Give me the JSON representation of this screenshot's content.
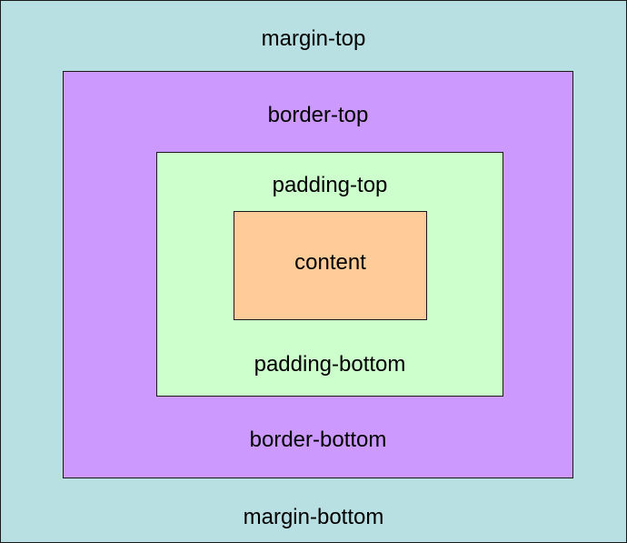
{
  "diagram": {
    "margin": {
      "top_label": "margin-top",
      "bottom_label": "margin-bottom",
      "color": "#b8dfe1"
    },
    "border": {
      "top_label": "border-top",
      "bottom_label": "border-bottom",
      "color": "#cc99ff"
    },
    "padding": {
      "top_label": "padding-top",
      "bottom_label": "padding-bottom",
      "color": "#ccffcc"
    },
    "content": {
      "label": "content",
      "color": "#ffcc99"
    }
  }
}
